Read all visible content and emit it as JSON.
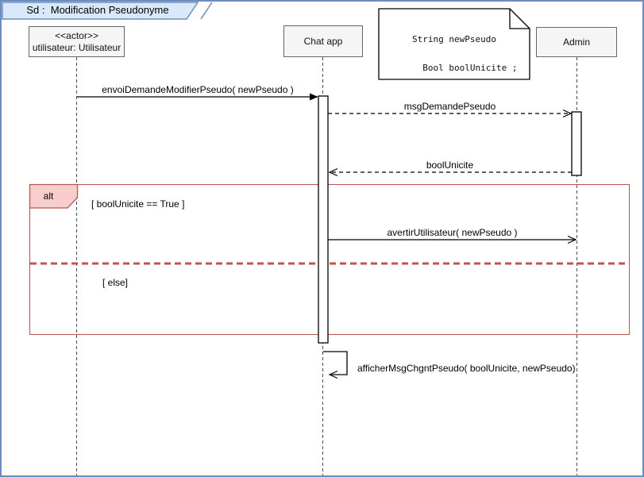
{
  "frame": {
    "title": "Sd :  Modification Pseudonyme"
  },
  "participants": [
    {
      "id": "utilisateur",
      "stereotype": "<<actor>>",
      "label": "utilisateur: Utilisateur"
    },
    {
      "id": "chat-app",
      "stereotype": "",
      "label": "Chat app"
    },
    {
      "id": "admin",
      "stereotype": "",
      "label": "Admin"
    }
  ],
  "note": {
    "line1": "String newPseudo",
    "line2": "Bool boolUnicite ;"
  },
  "messages": {
    "m1": "envoiDemandeModifierPseudo( newPseudo )",
    "m2": "msgDemandePseudo",
    "m3": "boolUnicite",
    "m4": "avertirUtilisateur( newPseudo )",
    "m5": "afficherMsgChgntPseudo( boolUnicite, newPseudo)"
  },
  "fragment": {
    "operator": "alt",
    "guard_true": "[ boolUnicite == True ]",
    "guard_else": "[ else]"
  },
  "colors": {
    "frame_border": "#6c8ebf",
    "tab_fill": "#dae8fc",
    "tab_border": "#6c8ebf",
    "box_fill": "#f5f5f5",
    "box_border": "#666666",
    "fragment_border": "#b85450",
    "fragment_fill": "#f8cecc",
    "divider": "#bf5552",
    "lifeline": "#4d4d4d",
    "arrow": "#000000"
  }
}
